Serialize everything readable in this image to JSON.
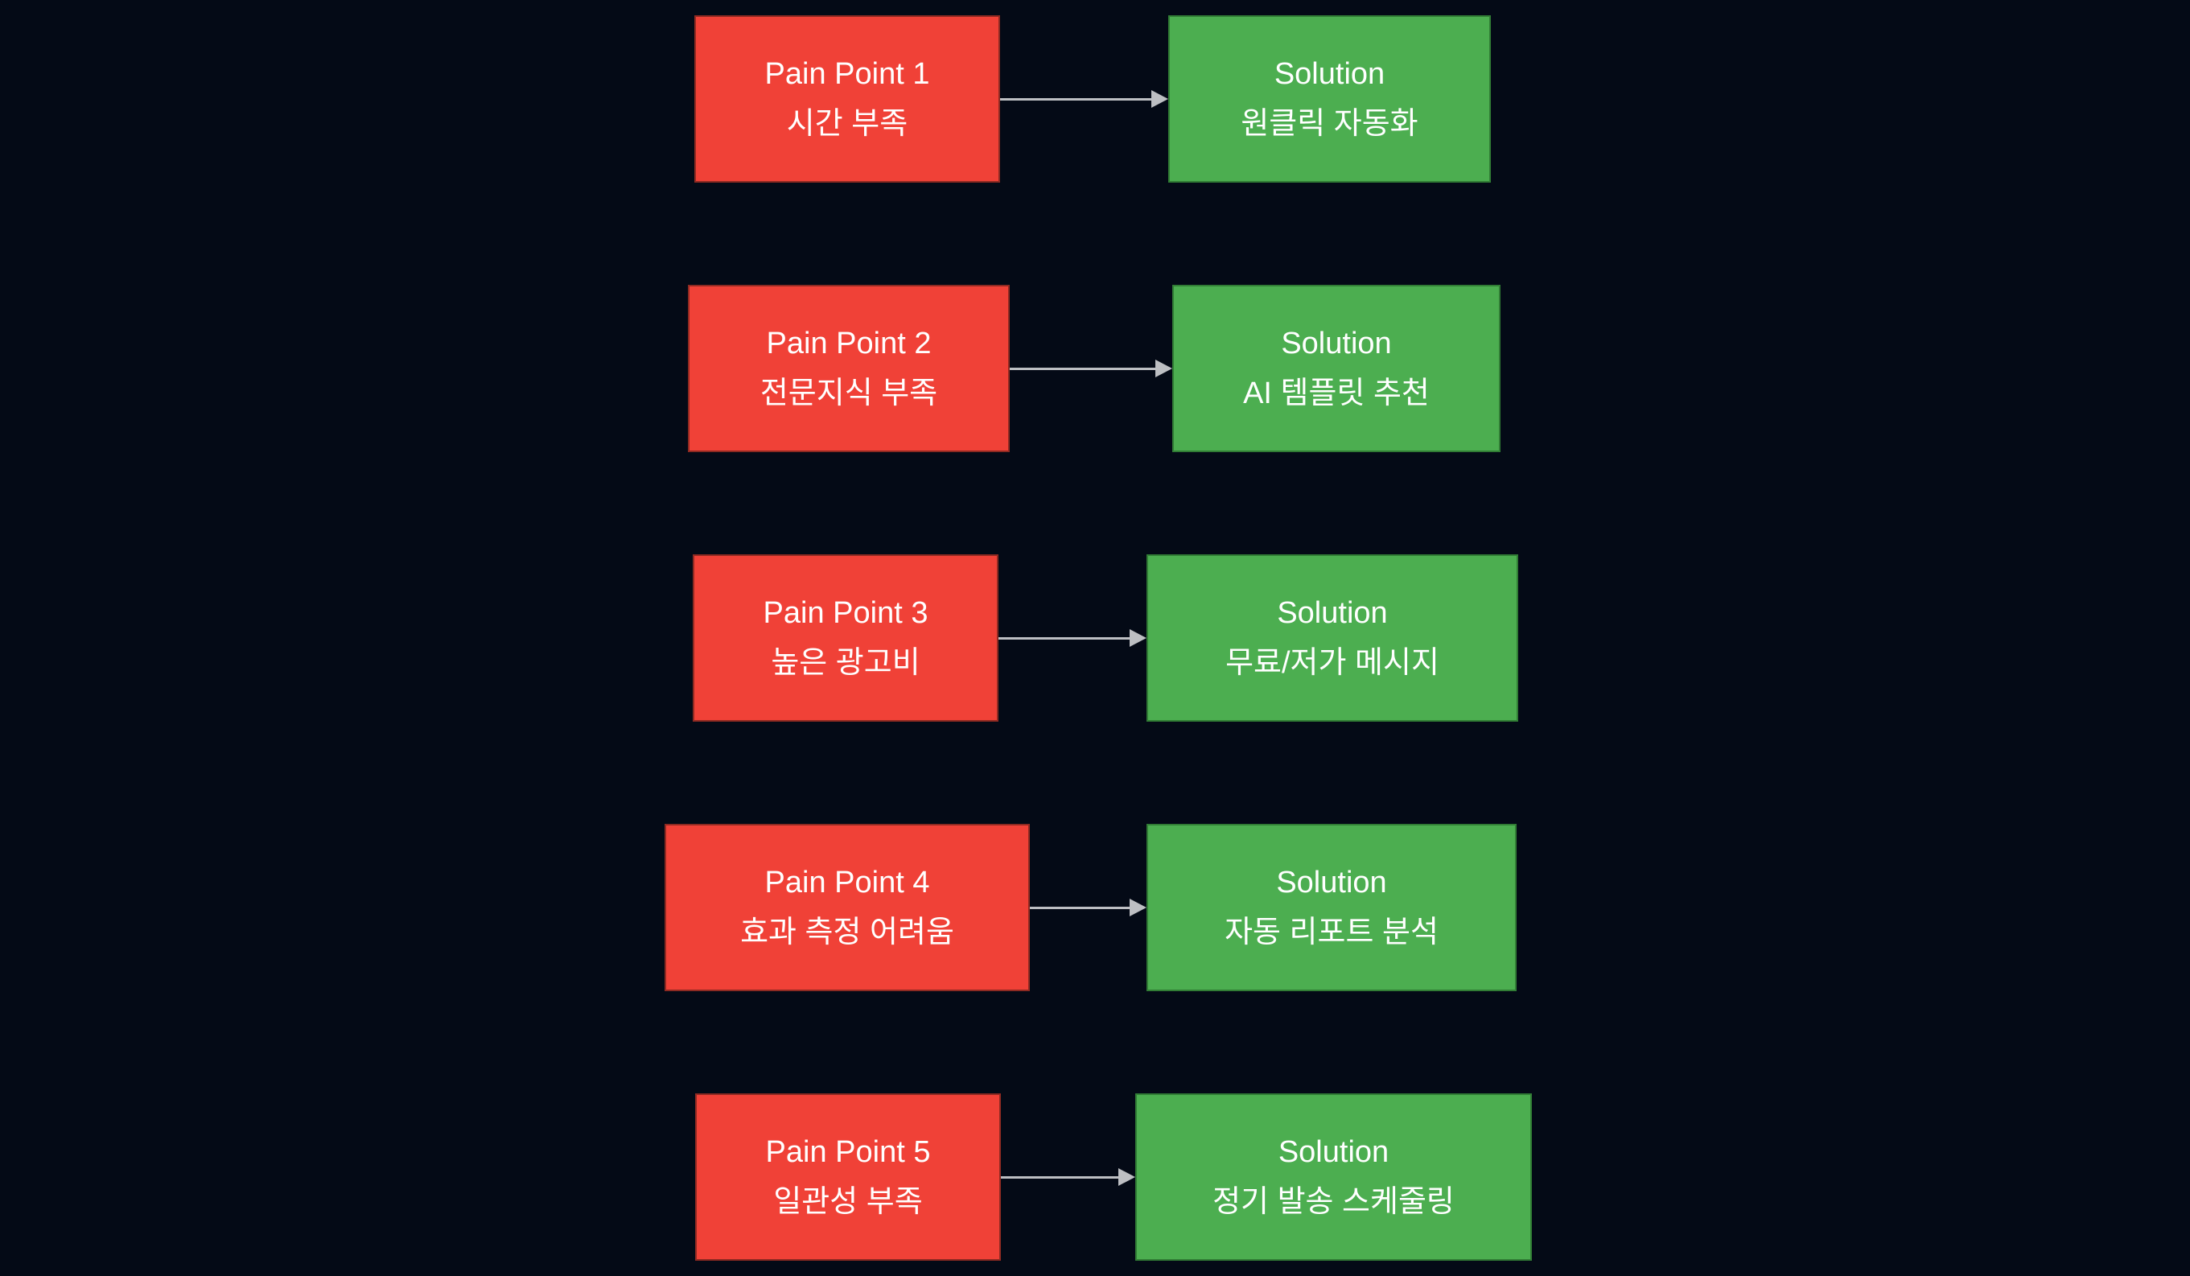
{
  "diagram": {
    "background": "#040a16",
    "colors": {
      "pain_fill": "#f04137",
      "pain_border": "#8e2a22",
      "solution_fill": "#4cae50",
      "solution_border": "#317d35",
      "arrow": "#bdbfc3",
      "text": "#ffffff"
    },
    "icons": {
      "arrow": "right-arrow-icon"
    },
    "rows": [
      {
        "pain": {
          "title": "Pain Point 1",
          "subtitle": "시간 부족"
        },
        "solution": {
          "title": "Solution",
          "subtitle": "원클릭 자동화"
        }
      },
      {
        "pain": {
          "title": "Pain Point 2",
          "subtitle": "전문지식 부족"
        },
        "solution": {
          "title": "Solution",
          "subtitle": "AI 템플릿 추천"
        }
      },
      {
        "pain": {
          "title": "Pain Point 3",
          "subtitle": "높은 광고비"
        },
        "solution": {
          "title": "Solution",
          "subtitle": "무료/저가 메시지"
        }
      },
      {
        "pain": {
          "title": "Pain Point 4",
          "subtitle": "효과 측정 어려움"
        },
        "solution": {
          "title": "Solution",
          "subtitle": "자동 리포트 분석"
        }
      },
      {
        "pain": {
          "title": "Pain Point 5",
          "subtitle": "일관성 부족"
        },
        "solution": {
          "title": "Solution",
          "subtitle": "정기 발송 스케줄링"
        }
      }
    ]
  }
}
